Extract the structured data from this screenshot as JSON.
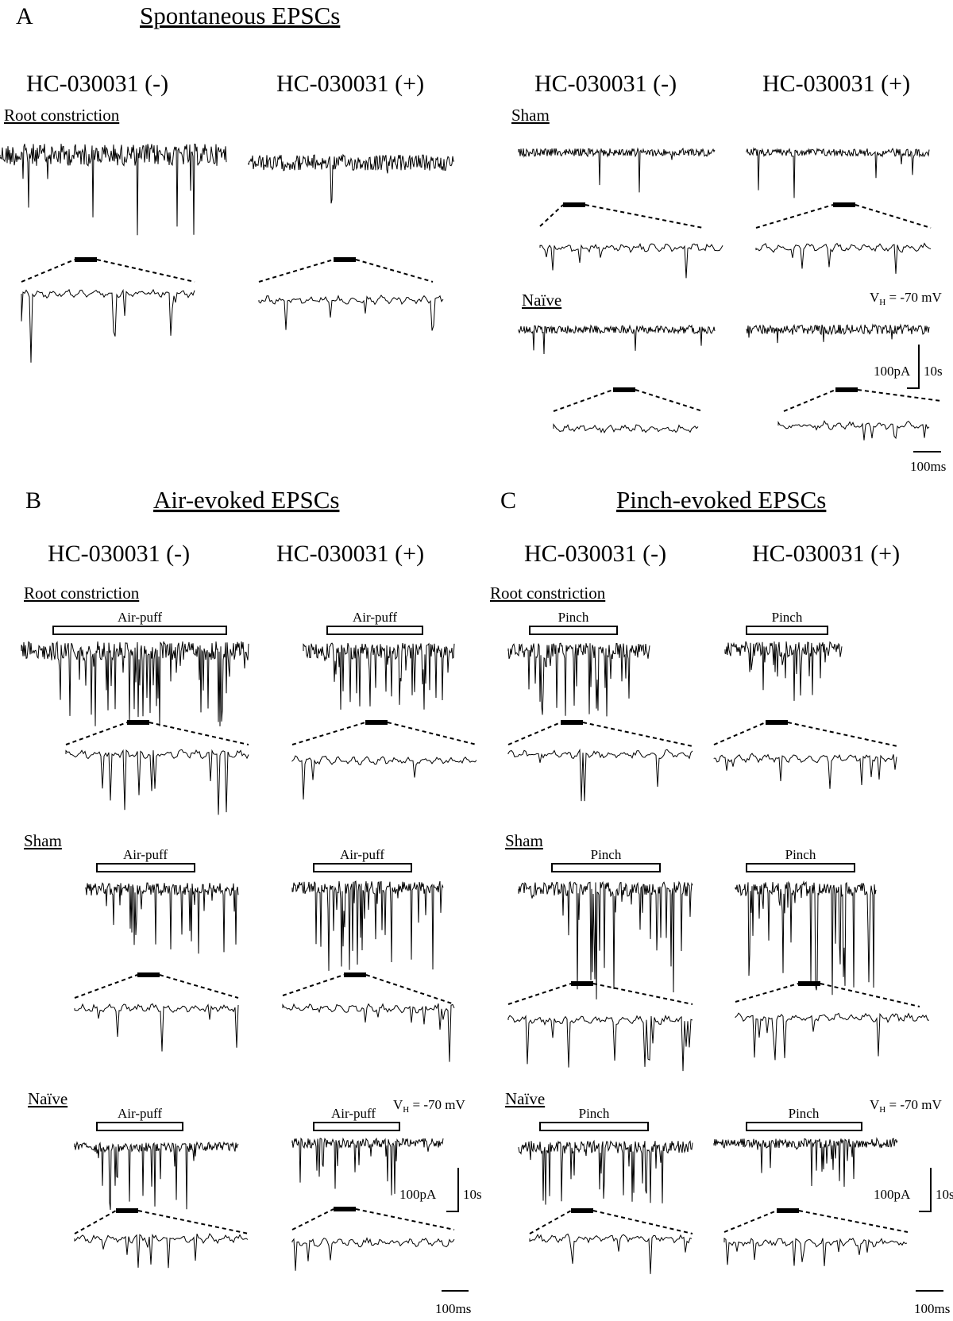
{
  "panels": [
    {
      "letter": "A",
      "title": "Spontaneous EPSCs"
    },
    {
      "letter": "B",
      "title": "Air-evoked EPSCs"
    },
    {
      "letter": "C",
      "title": "Pinch-evoked EPSCs"
    }
  ],
  "columns": {
    "minus": "HC-030031 (-)",
    "plus": "HC-030031 (+)"
  },
  "groups": {
    "root": "Root constriction",
    "sham": "Sham",
    "naive": "Naïve"
  },
  "stimuli": {
    "air": "Air-puff",
    "pinch": "Pinch"
  },
  "holding": {
    "prefix": "V",
    "sub": "H",
    "value": " = -70 mV"
  },
  "scalebars": {
    "current": "100pA",
    "time_long": "10s",
    "time_short": "100ms"
  }
}
